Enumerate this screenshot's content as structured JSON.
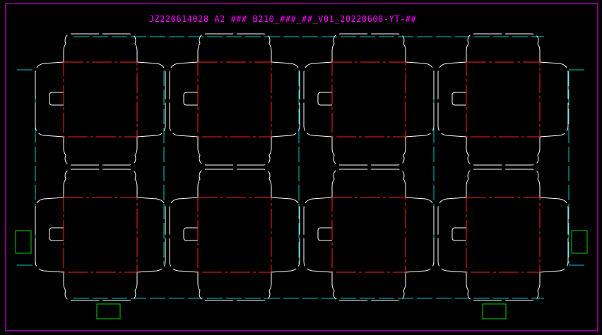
{
  "title": "JZ220614028  A2  ### B210_###_##_V01_20220608-YT-##",
  "colors": {
    "background": "#000000",
    "frame": "#ff00ff",
    "title": "#ff00ff",
    "cut_line": "#ffffff",
    "fold_line": "#ff2020",
    "crease_line": "#00c8c8",
    "marker": "#00d000"
  },
  "layout": {
    "columns": 4,
    "rows": 2,
    "piece_count": 8
  }
}
